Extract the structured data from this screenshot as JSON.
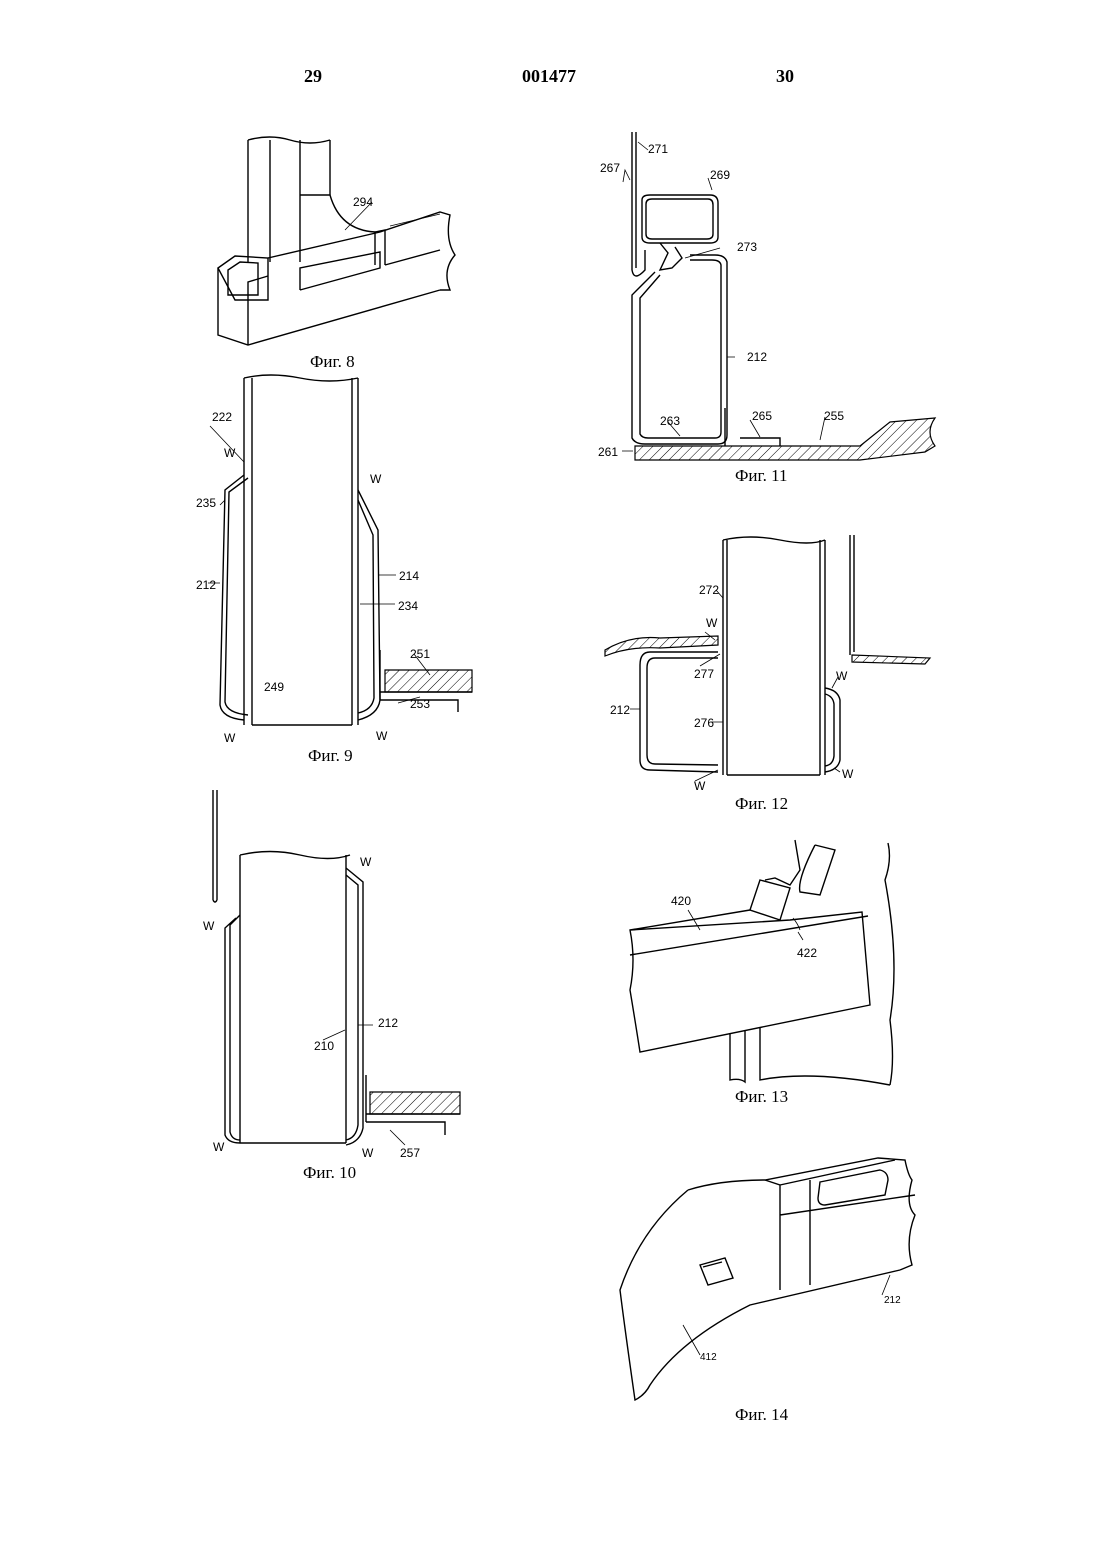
{
  "header": {
    "left_page": "29",
    "doc_number": "001477",
    "right_page": "30"
  },
  "figures": {
    "fig8": {
      "caption": "Фиг. 8",
      "labels": [
        "294"
      ]
    },
    "fig9": {
      "caption": "Фиг. 9",
      "labels": [
        "222",
        "W",
        "235",
        "212",
        "W",
        "214",
        "234",
        "251",
        "249",
        "253",
        "W",
        "W"
      ]
    },
    "fig10": {
      "caption": "Фиг. 10",
      "labels": [
        "W",
        "W",
        "212",
        "210",
        "257",
        "W",
        "W"
      ]
    },
    "fig11": {
      "caption": "Фиг. 11",
      "labels": [
        "271",
        "267",
        "269",
        "273",
        "212",
        "263",
        "265",
        "255",
        "261"
      ]
    },
    "fig12": {
      "caption": "Фиг. 12",
      "labels": [
        "272",
        "W",
        "277",
        "W",
        "212",
        "276",
        "W",
        "W"
      ]
    },
    "fig13": {
      "caption": "Фиг. 13",
      "labels": [
        "420",
        "422"
      ]
    },
    "fig14": {
      "caption": "Фиг. 14",
      "labels": [
        "212",
        "412"
      ]
    }
  }
}
